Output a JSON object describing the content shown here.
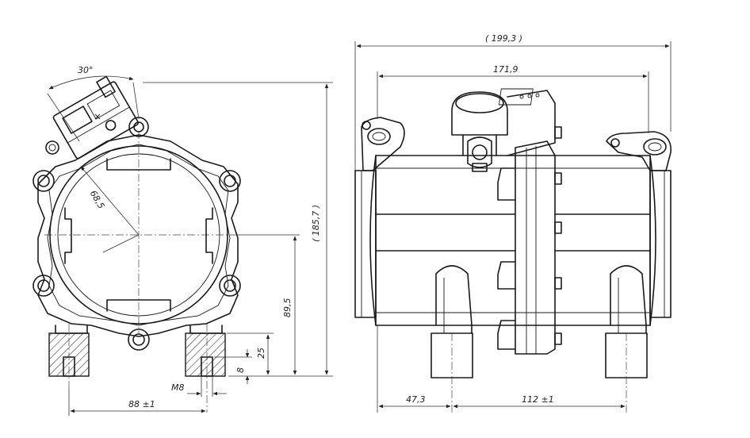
{
  "drawing": {
    "dimensions": {
      "angle": "30°",
      "radius": "68,5",
      "height_total": "( 185,7 )",
      "height_axis": "89,5",
      "foot_height": "25",
      "foot_thread_depth": "8",
      "thread": "M8",
      "foot_spacing_left": "88 ±1",
      "overall_length": "( 199,3 )",
      "body_length": "171,9",
      "foot_offset": "47,3",
      "foot_spacing_right": "112 ±1"
    }
  }
}
